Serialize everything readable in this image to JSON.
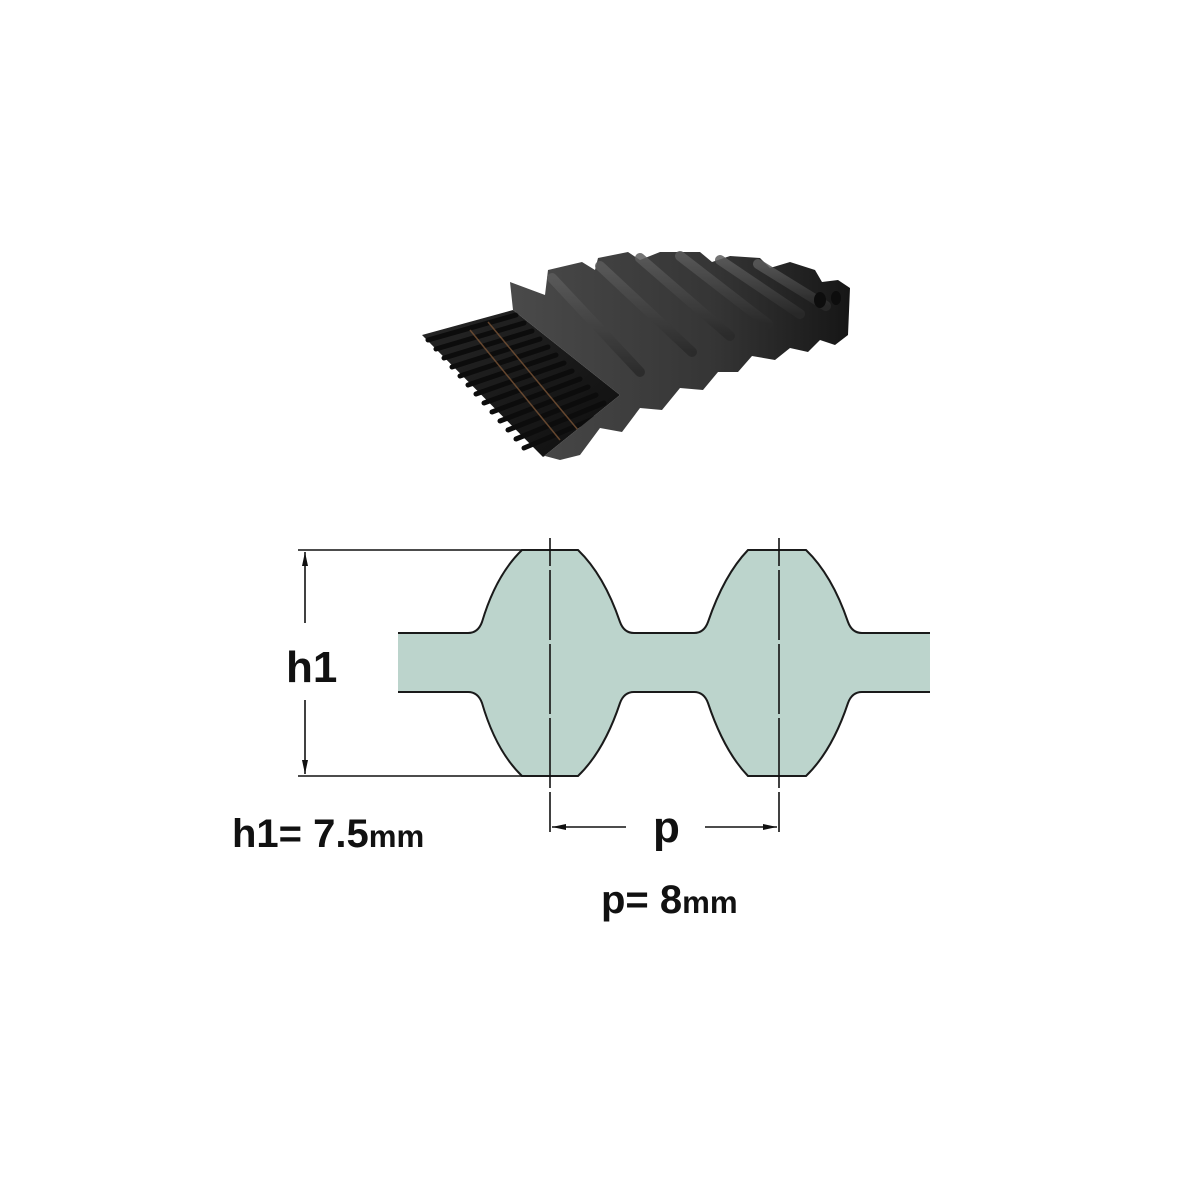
{
  "product_image": {
    "description": "double-sided timing belt, 3D render",
    "colors": {
      "belt_body": "#3a3a3a",
      "belt_dark": "#1c1c1c",
      "cord": "#6b4a30"
    }
  },
  "profile_drawing": {
    "fill_color": "#bcd4cc",
    "stroke_color": "#1a1a1a",
    "labels": {
      "h1_symbol": "h1",
      "p_symbol": "p"
    },
    "dimensions": {
      "h1": {
        "prefix": "h1= ",
        "value": "7.5",
        "unit": "mm"
      },
      "p": {
        "prefix": "p= ",
        "value": "8",
        "unit": "mm"
      }
    }
  }
}
